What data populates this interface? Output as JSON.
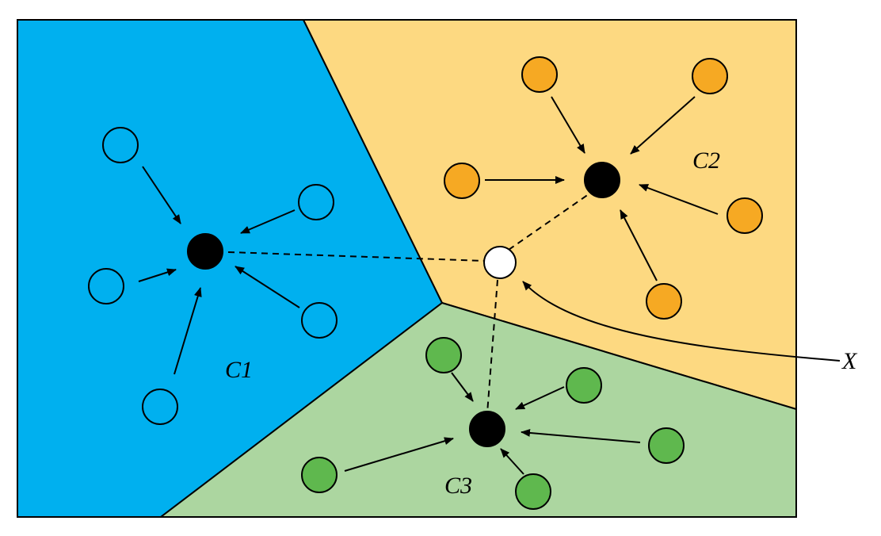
{
  "diagram": {
    "colors": {
      "region_c1": "#00b0ef",
      "region_c2": "#fdd981",
      "region_c3": "#acd6a0",
      "points_c2": "#f6a923",
      "points_c3": "#5fb84e",
      "centroid": "#000000",
      "new_point": "#ffffff",
      "border": "#000000"
    },
    "labels": {
      "c1": "C1",
      "c2": "C2",
      "c3": "C3",
      "x": "X"
    }
  }
}
